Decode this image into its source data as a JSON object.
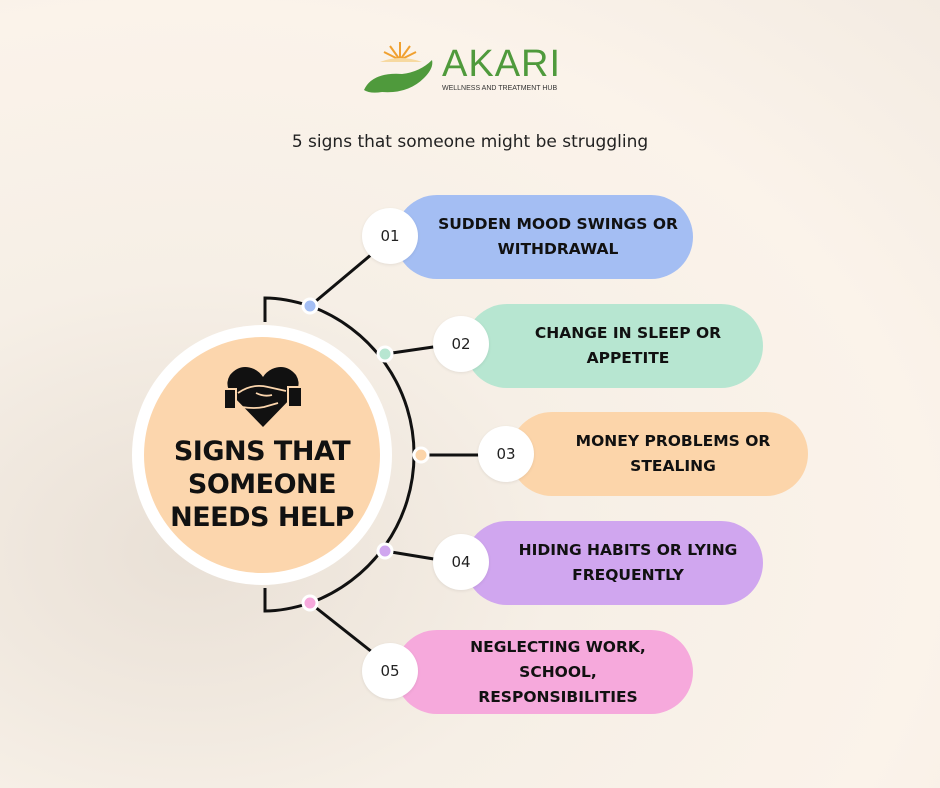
{
  "logo": {
    "name": "AKARI",
    "tagline": "WELLNESS AND TREATMENT HUB"
  },
  "subtitle": "5 signs that someone might be struggling",
  "hub": {
    "title": "SIGNS THAT SOMEONE NEEDS HELP",
    "icon": "heart-handshake-icon"
  },
  "signs": [
    {
      "number": "01",
      "text": "SUDDEN MOOD SWINGS OR WITHDRAWAL",
      "color": "#a4bef3"
    },
    {
      "number": "02",
      "text": "CHANGE IN SLEEP OR APPETITE",
      "color": "#b7e6d1"
    },
    {
      "number": "03",
      "text": "MONEY PROBLEMS OR STEALING",
      "color": "#fcd5aa"
    },
    {
      "number": "04",
      "text": "HIDING HABITS OR LYING FREQUENTLY",
      "color": "#d0a6ef"
    },
    {
      "number": "05",
      "text": "NEGLECTING WORK, SCHOOL, RESPONSIBILITIES",
      "color": "#f6a9dc"
    }
  ]
}
